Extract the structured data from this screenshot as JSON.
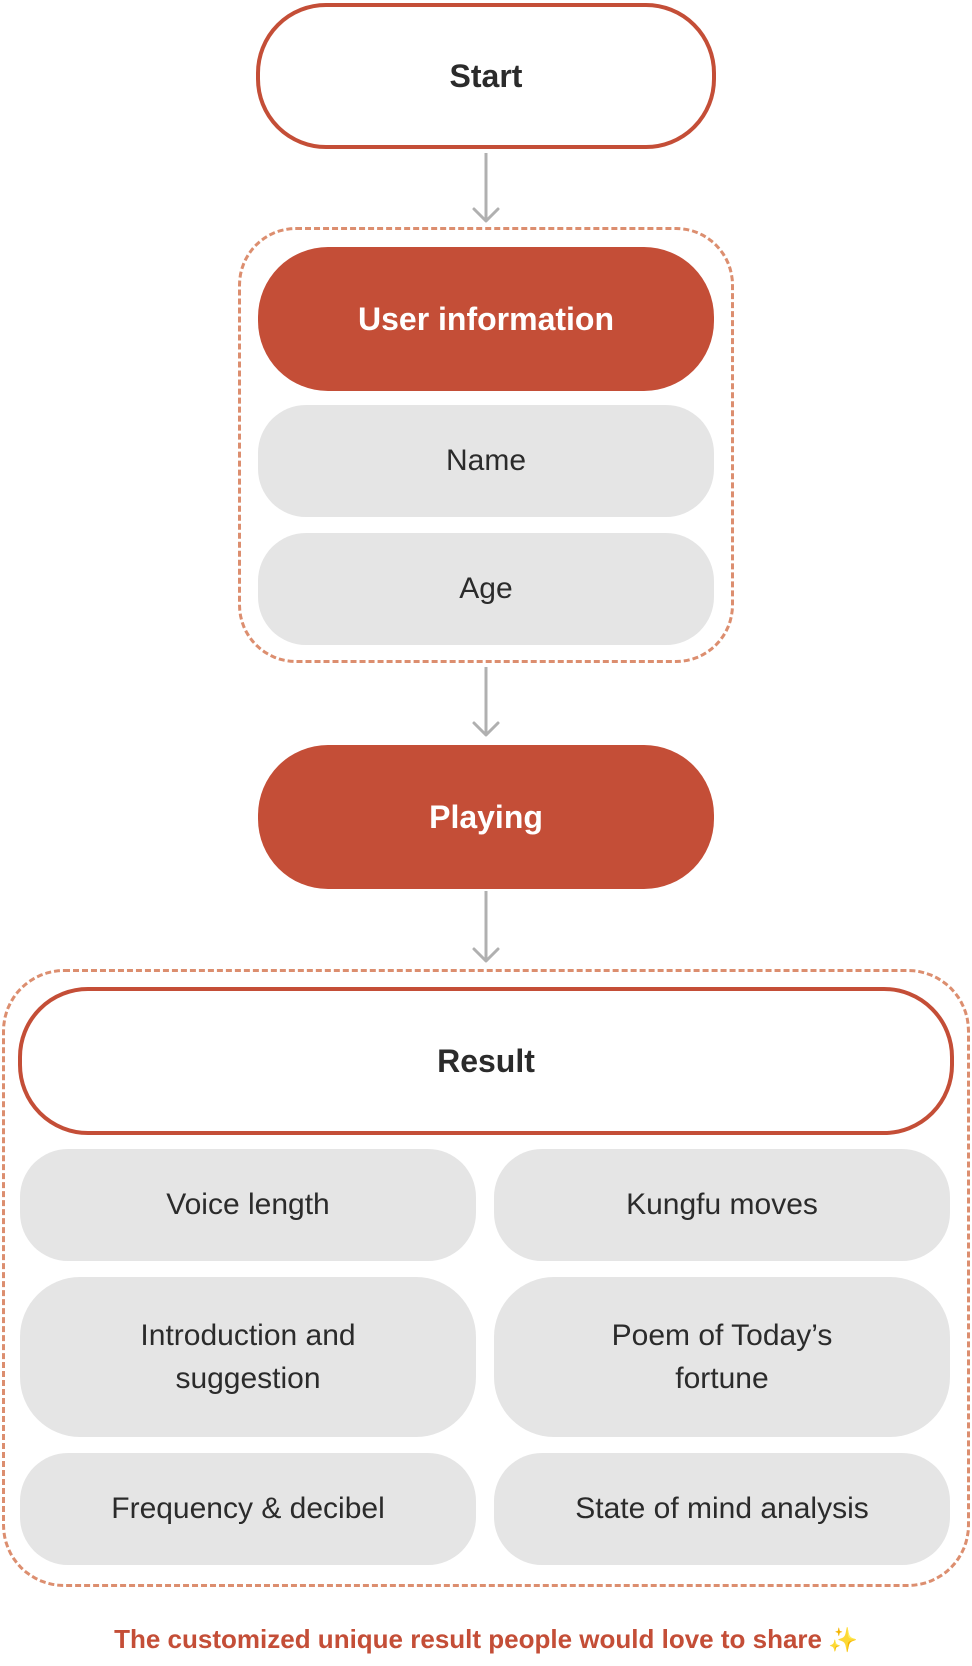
{
  "nodes": {
    "start": "Start",
    "user_information": "User information",
    "name": "Name",
    "age": "Age",
    "playing": "Playing",
    "result": "Result"
  },
  "result_items": {
    "voice_length": "Voice length",
    "kungfu_moves": "Kungfu moves",
    "introduction_line1": "Introduction and",
    "introduction_line2": "suggestion",
    "poem_line1": "Poem of Today’s",
    "poem_line2": "fortune",
    "frequency": "Frequency & decibel",
    "state_of_mind": "State of mind analysis"
  },
  "caption": {
    "text": "The customized unique result people would love to share",
    "emoji": "✨"
  },
  "colors": {
    "accent": "#c44e37",
    "dashed_border": "#dc8e6f",
    "pill_fill": "#e5e5e5",
    "arrow": "#b0b0b0"
  },
  "icons": {
    "arrow": "arrow-down-icon",
    "sparkles": "sparkles-icon"
  }
}
